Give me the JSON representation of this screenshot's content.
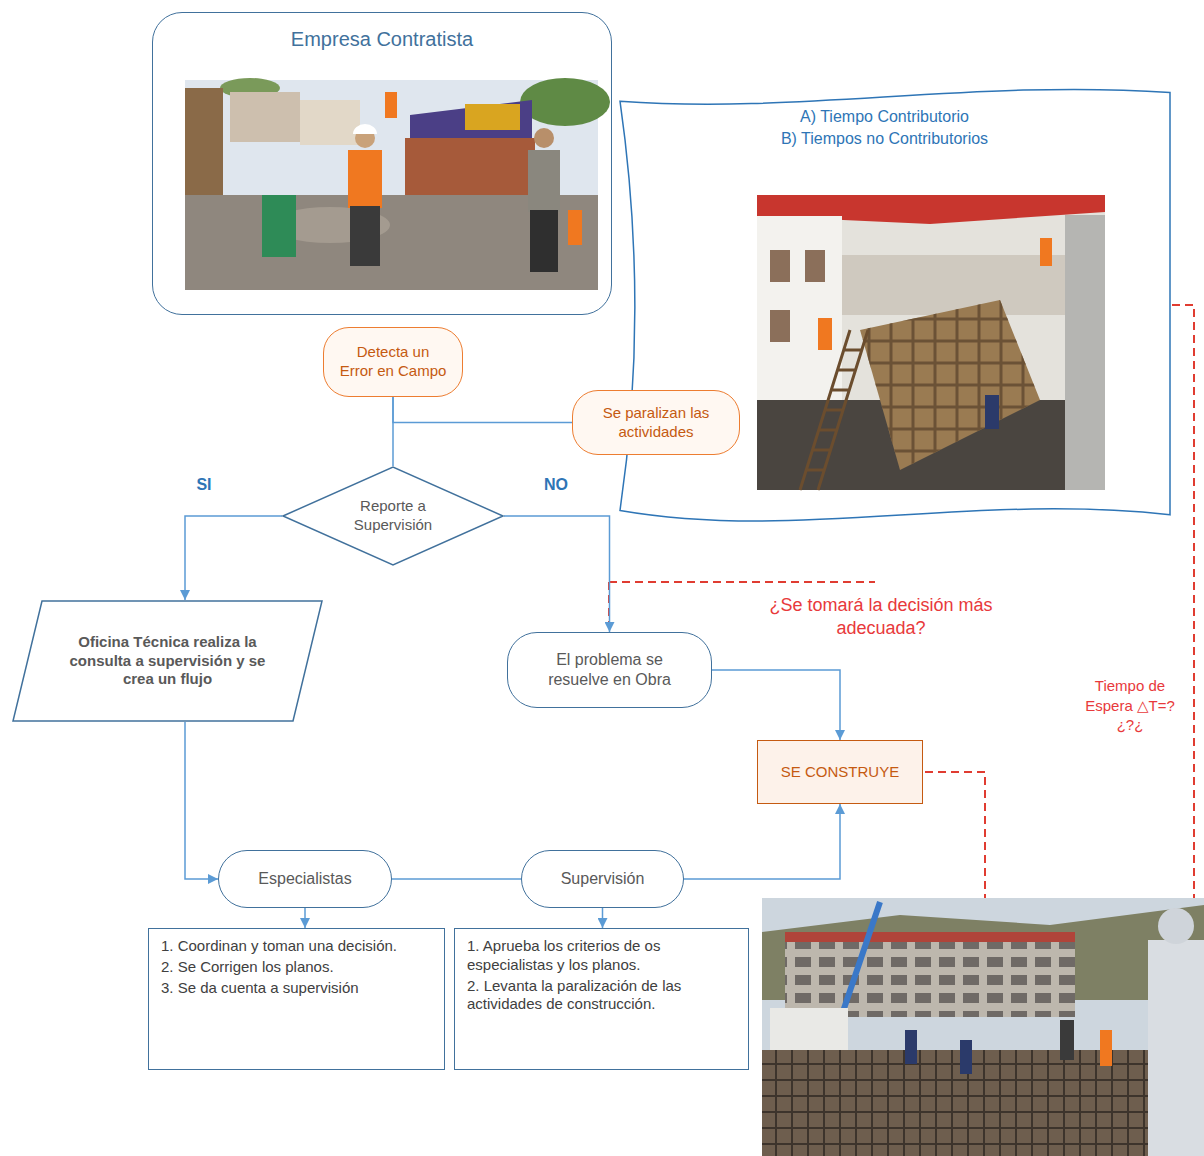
{
  "diagram": {
    "nodes": [
      {
        "text": [
          "Empresa Contratista"
        ]
      },
      {
        "text": [
          "A) Tiempo Contributorio",
          "B) Tiempos no Contributorios"
        ]
      },
      {
        "text": [
          "Detecta un Error en Campo"
        ]
      },
      {
        "text": [
          "Se paralizan las actividades"
        ]
      },
      {
        "text": [
          "Reporte a Supervisión"
        ]
      },
      {
        "text": [
          "Oficina Técnica realiza la consulta a supervisión y se crea un flujo"
        ]
      },
      {
        "text": [
          "El problema se resuelve en Obra"
        ]
      },
      {
        "text": [
          "SE CONSTRUYE"
        ]
      },
      {
        "text": [
          "Especialistas"
        ]
      },
      {
        "text": [
          "Supervisión"
        ]
      },
      {
        "text": [
          "1. Coordinan y toman una decisión.",
          "2. Se Corrigen los planos.",
          "3. Se da cuenta a supervisión"
        ]
      },
      {
        "text": [
          "1. Aprueba los criterios de os especialistas y los planos.",
          "2. Levanta la paralización de las actividades de construcción."
        ]
      }
    ],
    "edges": [
      {
        "from": 2,
        "to": 4,
        "arrow": "none"
      },
      {
        "from": 2,
        "to": 3,
        "arrow": "none"
      },
      {
        "from": 4,
        "to": 5,
        "label": "SI",
        "arrow": "to"
      },
      {
        "from": 4,
        "to": 6,
        "label": "NO",
        "arrow": "to"
      },
      {
        "from": 5,
        "to": 8,
        "arrow": "to"
      },
      {
        "from": 8,
        "to": 9,
        "arrow": "none"
      },
      {
        "from": 9,
        "to": 7,
        "arrow": "to"
      },
      {
        "from": 6,
        "to": 7,
        "arrow": "to"
      },
      {
        "from": 8,
        "to": 10,
        "arrow": "to"
      },
      {
        "from": 9,
        "to": 11,
        "arrow": "to"
      }
    ],
    "labels": [
      "¿Se tomará la decisión más adecuada?",
      "Tiempo de Espera △T=?¿?¿"
    ]
  }
}
